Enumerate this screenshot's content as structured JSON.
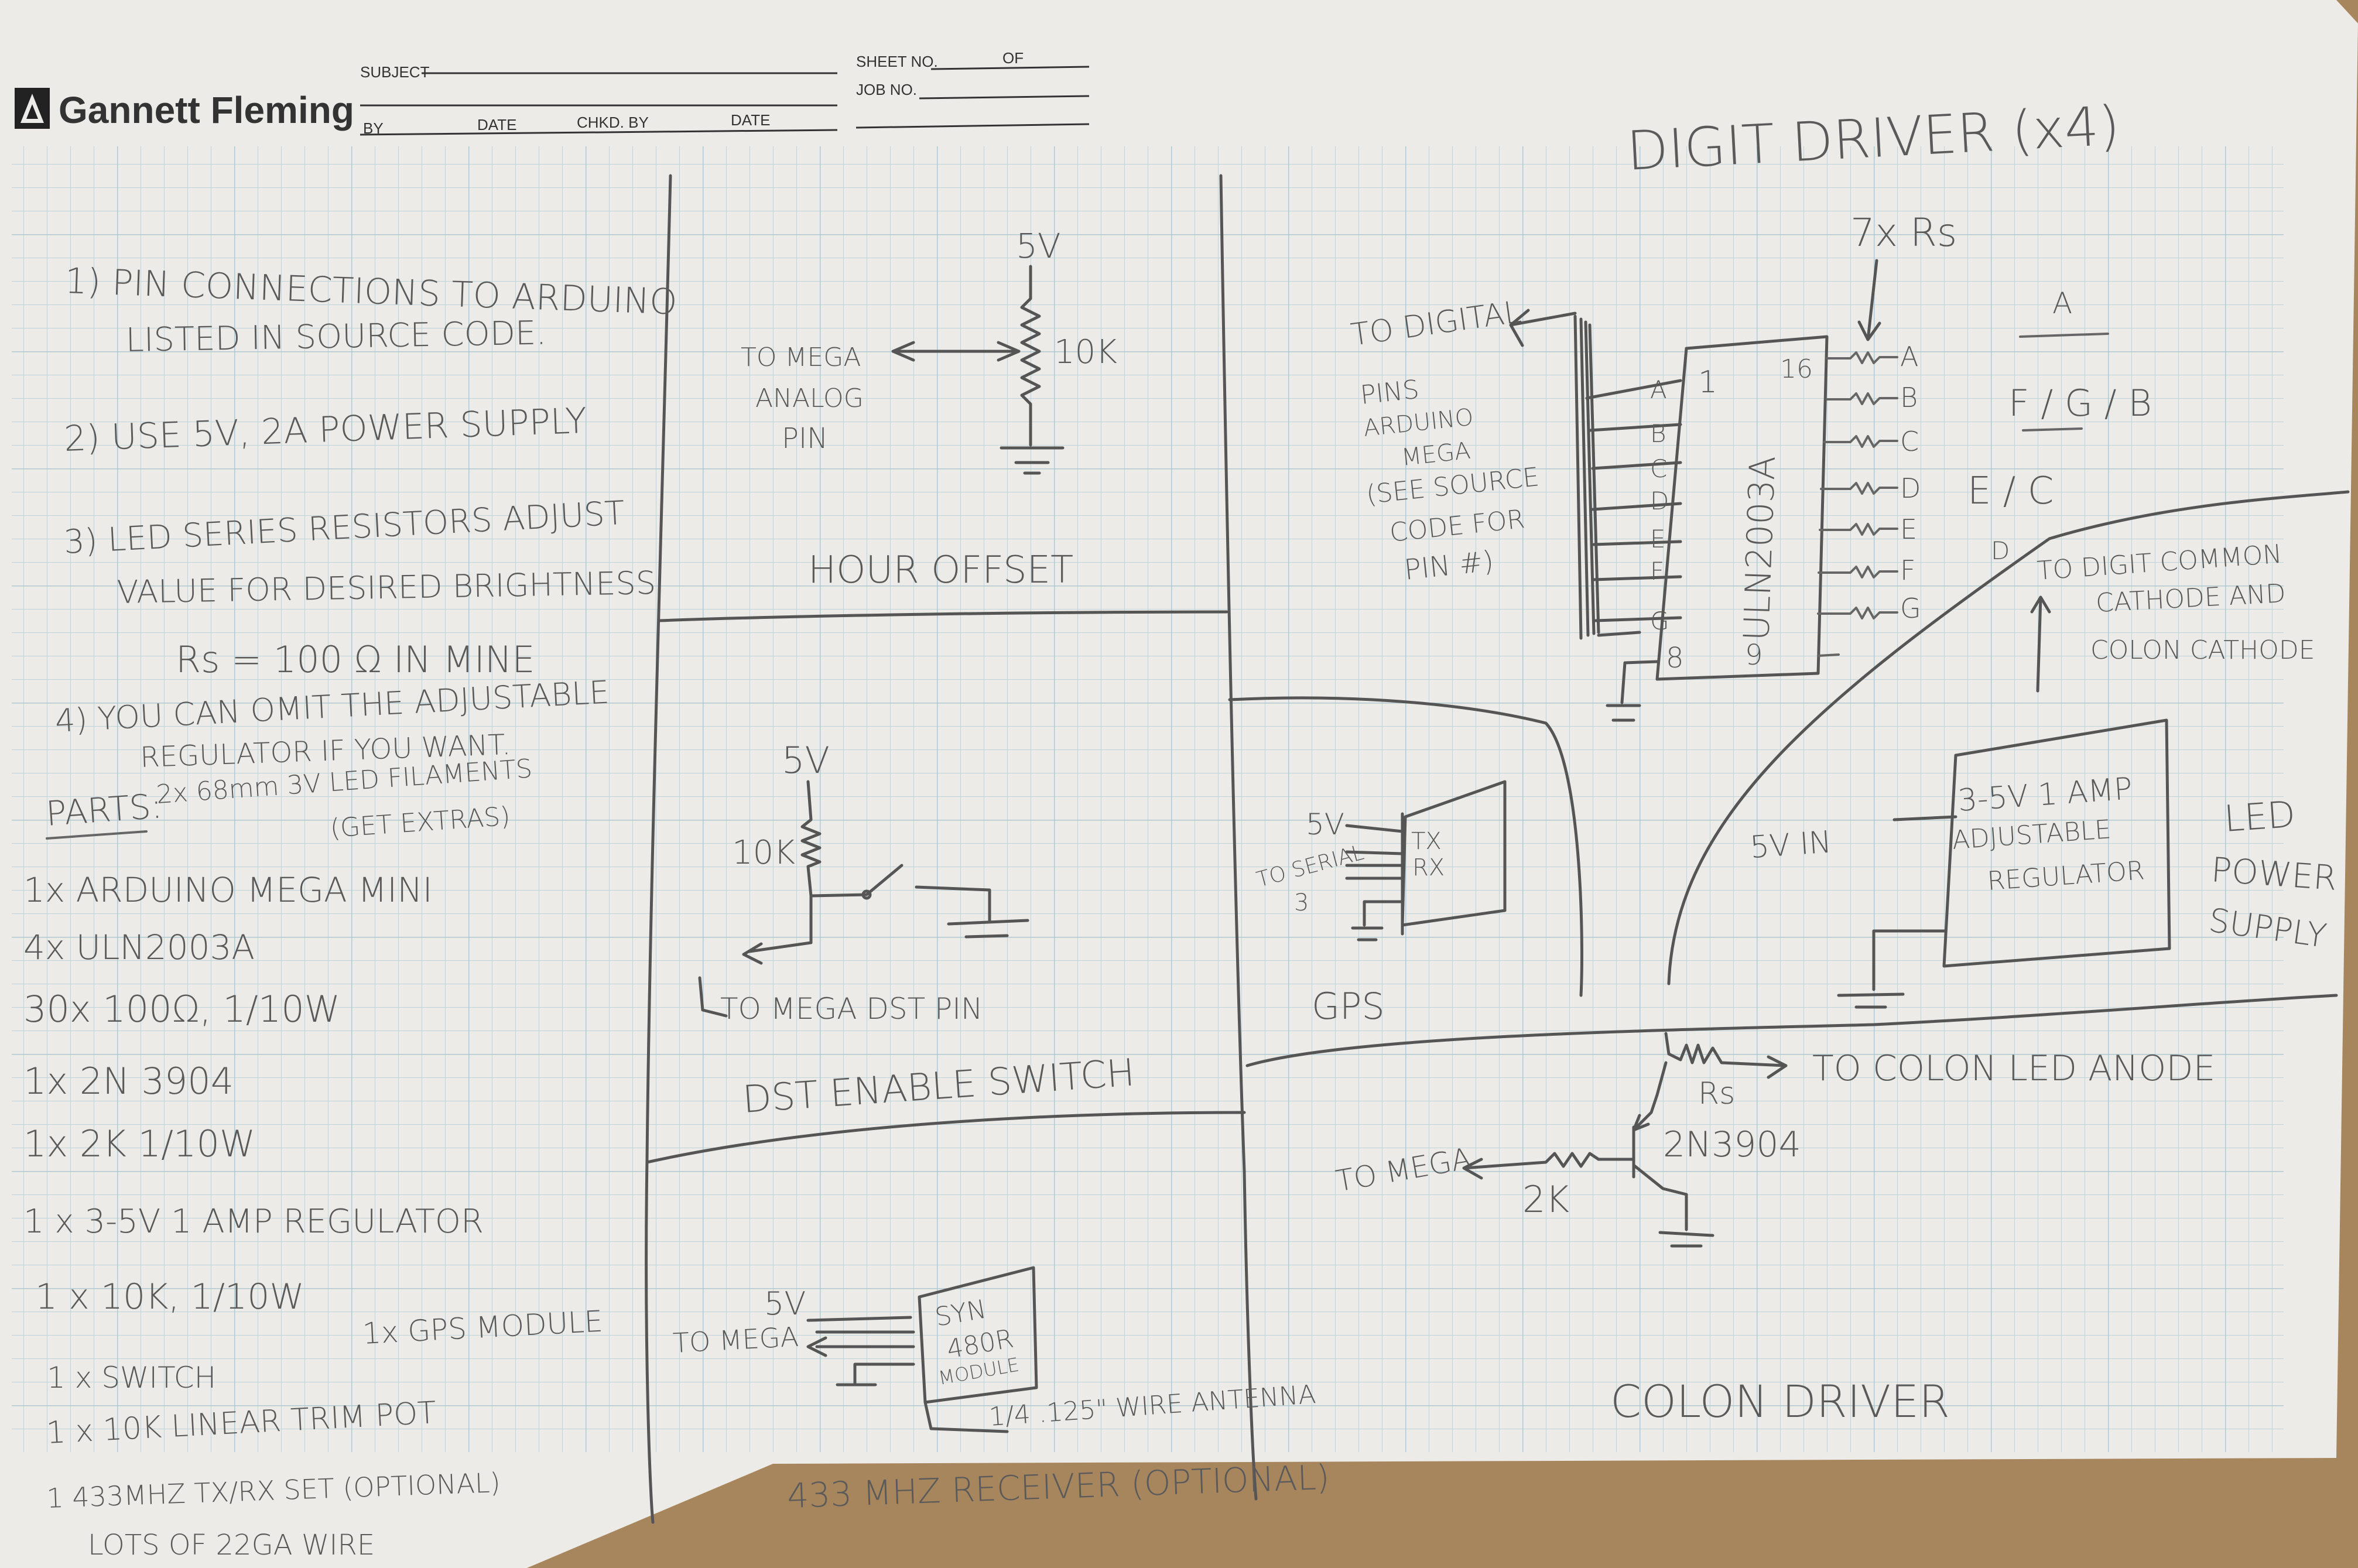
{
  "header": {
    "company": "Gannett Fleming",
    "subject_label": "SUBJECT",
    "sheet_no_label": "SHEET NO.",
    "of_label": "OF",
    "job_no_label": "JOB NO.",
    "by_label": "BY",
    "date_label": "DATE",
    "chkd_by_label": "CHKD. BY",
    "date2_label": "DATE"
  },
  "notes": {
    "note1_line1": "1) PIN CONNECTIONS TO ARDUINO",
    "note1_line2": "LISTED IN SOURCE CODE.",
    "note2": "2) USE 5V, 2A POWER SUPPLY",
    "note3_line1": "3) LED SERIES RESISTORS ADJUST",
    "note3_line2": "VALUE FOR DESIRED BRIGHTNESS",
    "note3_line3": "Rs = 100 Ω IN MINE",
    "note4_line1": "4) YOU CAN OMIT THE ADJUSTABLE",
    "note4_line2": "REGULATOR IF YOU WANT."
  },
  "parts": {
    "heading": "PARTS:",
    "heading_rest": "2x 68mm 3V LED FILAMENTS",
    "heading_rest2": "(GET EXTRAS)",
    "items": [
      "1x ARDUINO MEGA MINI",
      "4x ULN2003A",
      "30x 100Ω, 1/10W",
      "1x 2N 3904",
      "1x 2K 1/10W",
      "1 x 3-5V 1 AMP REGULATOR",
      "1 x 10K, 1/10W",
      "1 x SWITCH",
      "1 x 10K LINEAR TRIM POT",
      "1 433MHZ TX/RX SET (OPTIONAL)",
      "LOTS OF 22GA WIRE"
    ],
    "gps_item": "1x GPS MODULE"
  },
  "hour_offset": {
    "title": "HOUR OFFSET",
    "supply": "5V",
    "pot_value": "10K",
    "to_label_1": "TO MEGA",
    "to_label_2": "ANALOG",
    "to_label_3": "PIN"
  },
  "dst_switch": {
    "title": "DST ENABLE SWITCH",
    "supply": "5V",
    "resistor": "10K",
    "to_label": "TO MEGA DST PIN"
  },
  "receiver": {
    "title": "433 MHZ RECEIVER (OPTIONAL)",
    "supply": "5V",
    "to_label": "TO MEGA",
    "module_line1": "SYN",
    "module_line2": "480R",
    "module_line3": "MODULE",
    "antenna": "1/4 .125\" WIRE ANTENNA"
  },
  "gps": {
    "title": "GPS",
    "supply": "5V",
    "to_serial_1": "TO SERIAL",
    "to_serial_2": "3",
    "tx": "TX",
    "rx": "RX"
  },
  "digit_driver": {
    "title": "DIGIT DRIVER (x4)",
    "resistor_note": "7x Rs",
    "to_label": [
      "TO DIGITAL",
      "PINS",
      "ARDUINO",
      "MEGA",
      "(SEE SOURCE",
      "CODE FOR",
      "PIN #)"
    ],
    "chip": "ULN2003A",
    "pin_1": "1",
    "pin_16": "16",
    "pin_8": "8",
    "pin_9": "9",
    "inputs": [
      "A",
      "B",
      "C",
      "D",
      "E",
      "F",
      "G"
    ],
    "outputs": [
      "A",
      "B",
      "C",
      "D",
      "E",
      "F",
      "G"
    ],
    "seg_a": "A",
    "seg_fgb": "F / G / B",
    "seg_ec": "E / C",
    "seg_d": "D",
    "common_note": [
      "TO DIGIT COMMON",
      "CATHODE AND",
      "COLON CATHODE"
    ]
  },
  "power_supply": {
    "title_1": "LED",
    "title_2": "POWER",
    "title_3": "SUPPLY",
    "input": "5V IN",
    "reg_line1": "3-5V 1 AMP",
    "reg_line2": "ADJUSTABLE",
    "reg_line3": "REGULATOR"
  },
  "colon_driver": {
    "title": "COLON DRIVER",
    "to_label": "TO COLON LED ANODE",
    "resistor": "Rs",
    "transistor": "2N3904",
    "base_resistor": "2K",
    "to_mega": "TO MEGA"
  }
}
